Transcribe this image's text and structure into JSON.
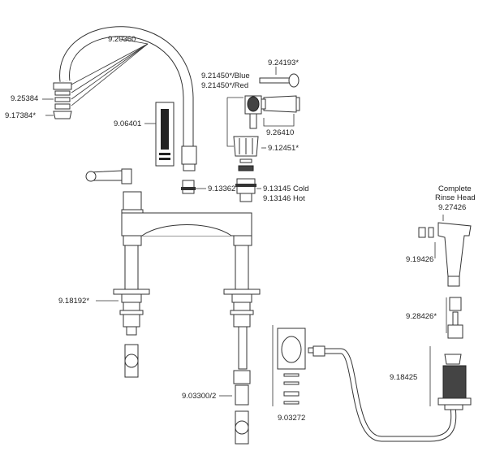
{
  "labels": {
    "p1": "9.20360",
    "p2": "9.25384",
    "p3": "9.17384*",
    "p4": "9.06401",
    "p5": "9.24193*",
    "p6a": "9.21450*/Blue",
    "p6b": "9.21450*/Red",
    "p7": "9.26410",
    "p8": "9.12451*",
    "p9": "9.13362",
    "p10a": "9.13145 Cold",
    "p10b": "9.13146 Hot",
    "p11a": "Complete",
    "p11b": "Rinse Head",
    "p11c": "9.27426",
    "p12": "9.19426",
    "p13": "9.18192*",
    "p14": "9.28426*",
    "p15": "9.18425",
    "p16": "9.03300/2",
    "p17": "9.03272"
  }
}
